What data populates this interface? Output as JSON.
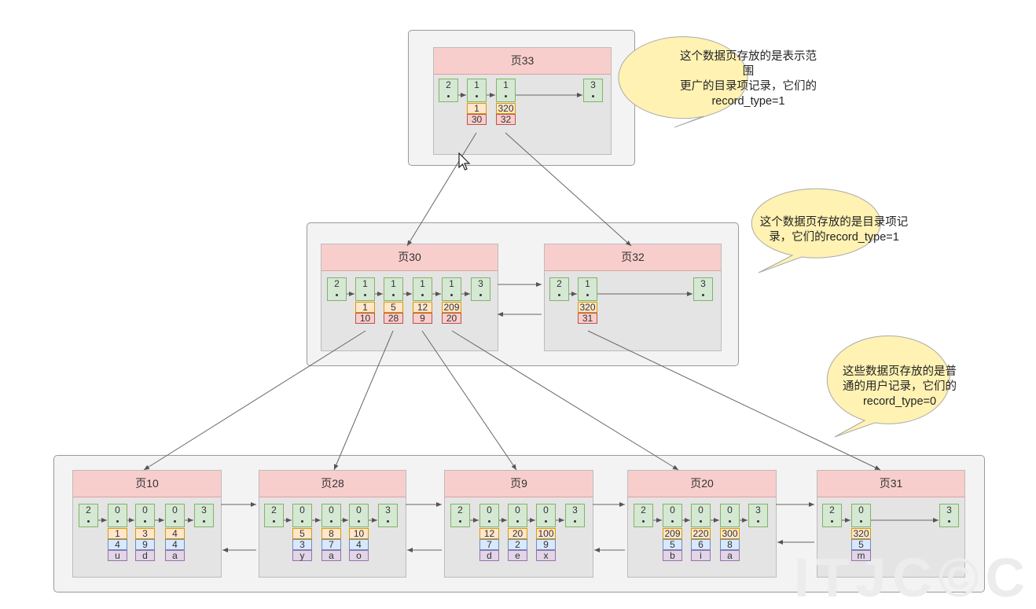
{
  "notes": {
    "top": [
      "这个数据页存放的是表示范围",
      "更广的目录项记录，它们的",
      "record_type=1"
    ],
    "middle": [
      "这个数据页存放的是目录项记",
      "录，它们的record_type=1"
    ],
    "bottom": [
      "这些数据页存放的是普",
      "通的用户记录，它们的",
      "record_type=0"
    ]
  },
  "pages": [
    {
      "id": "33",
      "title": "页33",
      "records": [
        "2",
        "1",
        "1",
        "3"
      ],
      "columns": [
        {
          "key": "1",
          "page": "30"
        },
        {
          "key": "320",
          "page": "32"
        }
      ]
    },
    {
      "id": "30",
      "title": "页30",
      "records": [
        "2",
        "1",
        "1",
        "1",
        "1",
        "3"
      ],
      "columns": [
        {
          "key": "1",
          "page": "10"
        },
        {
          "key": "5",
          "page": "28"
        },
        {
          "key": "12",
          "page": "9"
        },
        {
          "key": "209",
          "page": "20"
        }
      ]
    },
    {
      "id": "32",
      "title": "页32",
      "records": [
        "2",
        "1",
        "3"
      ],
      "columns": [
        {
          "key": "320",
          "page": "31"
        }
      ]
    },
    {
      "id": "10",
      "title": "页10",
      "records": [
        "2",
        "0",
        "0",
        "0",
        "3"
      ],
      "columns": [
        {
          "key": "1",
          "id": "4",
          "name": "u"
        },
        {
          "key": "3",
          "id": "9",
          "name": "d"
        },
        {
          "key": "4",
          "id": "4",
          "name": "a"
        }
      ]
    },
    {
      "id": "28",
      "title": "页28",
      "records": [
        "2",
        "0",
        "0",
        "0",
        "3"
      ],
      "columns": [
        {
          "key": "5",
          "id": "3",
          "name": "y"
        },
        {
          "key": "8",
          "id": "7",
          "name": "a"
        },
        {
          "key": "10",
          "id": "4",
          "name": "o"
        }
      ]
    },
    {
      "id": "9",
      "title": "页9",
      "records": [
        "2",
        "0",
        "0",
        "0",
        "3"
      ],
      "columns": [
        {
          "key": "12",
          "id": "7",
          "name": "d"
        },
        {
          "key": "20",
          "id": "2",
          "name": "e"
        },
        {
          "key": "100",
          "id": "9",
          "name": "x"
        }
      ]
    },
    {
      "id": "20",
      "title": "页20",
      "records": [
        "2",
        "0",
        "0",
        "0",
        "3"
      ],
      "columns": [
        {
          "key": "209",
          "id": "5",
          "name": "b"
        },
        {
          "key": "220",
          "id": "6",
          "name": "i"
        },
        {
          "key": "300",
          "id": "8",
          "name": "a"
        }
      ]
    },
    {
      "id": "31",
      "title": "页31",
      "records": [
        "2",
        "0",
        "3"
      ],
      "columns": [
        {
          "key": "320",
          "id": "5",
          "name": "m"
        }
      ]
    }
  ],
  "colors": {
    "title_bg": "#f8cecc",
    "record_bg": "#d5e8d4",
    "key_bg": "#ffe6cc",
    "page_no_bg": "#f8cecc",
    "id_bg": "#dae8fc",
    "name_bg": "#e1d5e7",
    "bubble_bg": "#fff2b3"
  }
}
